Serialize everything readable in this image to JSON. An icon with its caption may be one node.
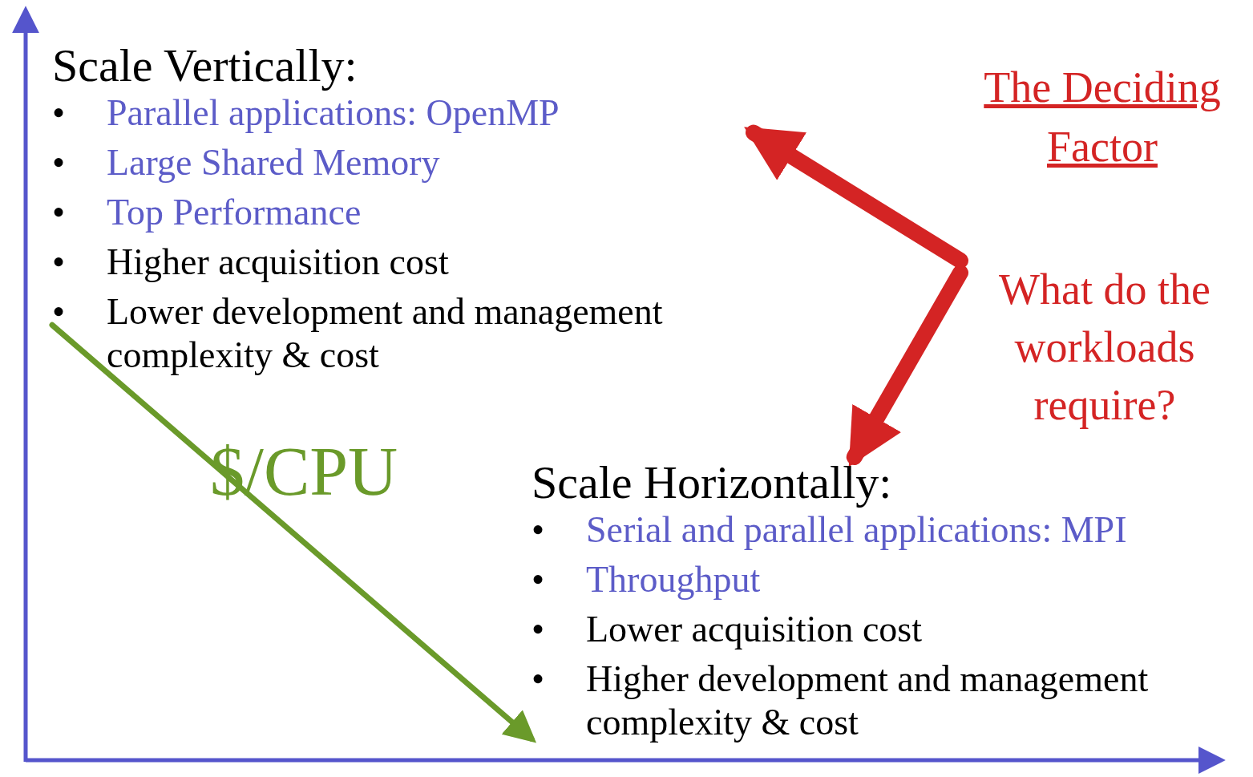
{
  "diagram": {
    "title": "The Deciding Factor",
    "nodes": [
      {
        "text": [
          "Scale Vertically:",
          "Parallel applications: OpenMP",
          "Large Shared Memory",
          "Top Performance",
          "Higher acquisition cost",
          "Lower development and management complexity & cost"
        ]
      },
      {
        "text": [
          "Scale Horizontally:",
          "Serial and parallel applications: MPI",
          "Throughput",
          "Lower acquisition cost",
          "Higher development and management complexity & cost"
        ]
      },
      {
        "text": [
          "What do the workloads require?"
        ]
      }
    ],
    "edges": [
      {
        "from": 2,
        "to": 0,
        "arrow": "to"
      },
      {
        "from": 2,
        "to": 1,
        "arrow": "to"
      },
      {
        "from": 0,
        "to": 1,
        "arrow": "to",
        "label": "$/CPU",
        "color": "#6a9a2a"
      }
    ],
    "labels": [
      "•",
      "•",
      "•",
      "•",
      "•",
      "•",
      "•",
      "•",
      "•"
    ]
  }
}
